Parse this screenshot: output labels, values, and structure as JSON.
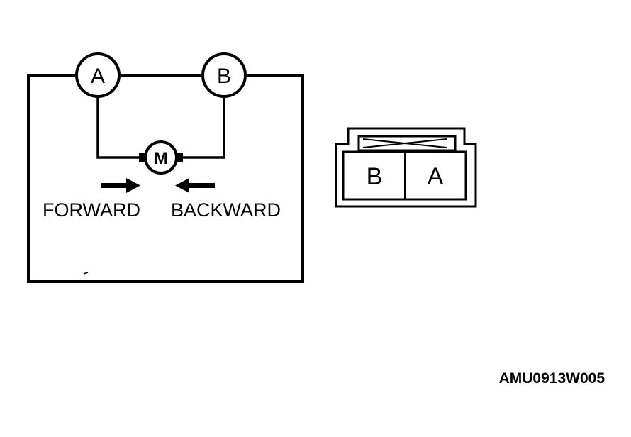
{
  "circuit": {
    "terminal_a": "A",
    "terminal_b": "B",
    "motor": "M",
    "forward": "FORWARD",
    "backward": "BACKWARD"
  },
  "connector": {
    "pin_left": "B",
    "pin_right": "A"
  },
  "figure_code": "AMU0913W005"
}
